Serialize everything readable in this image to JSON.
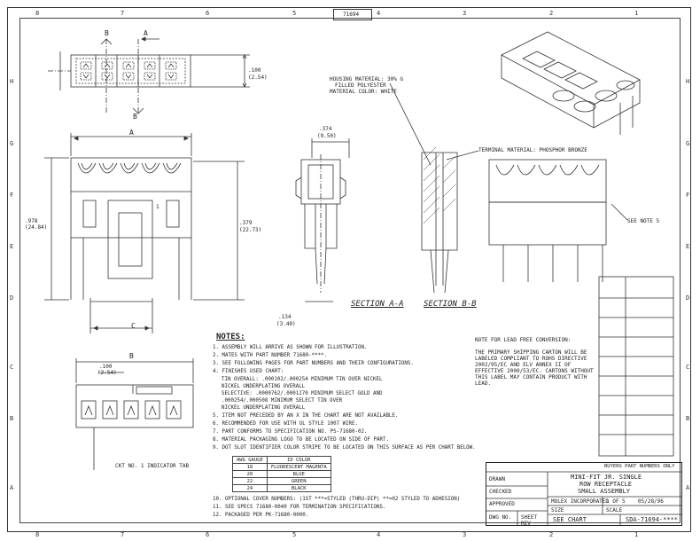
{
  "drawing": {
    "drawing_number_top": "71694",
    "zones_top": [
      "8",
      "7",
      "6",
      "5",
      "4",
      "3",
      "2",
      "1"
    ],
    "zones_bottom": [
      "8",
      "7",
      "6",
      "5",
      "4",
      "3",
      "2",
      "1"
    ],
    "zones_side": [
      "H",
      "G",
      "F",
      "E",
      "D",
      "C",
      "B",
      "A"
    ]
  },
  "dims": {
    "A": "A",
    "B": "B",
    "C": "C",
    "d1": ".100",
    "d1mm": "(2.54)",
    "d2": ".374",
    "d2mm": "(9.50)",
    "d3": ".978",
    "d3mm": "(24.84)",
    "d4": ".379",
    "d4mm": "(22.73)",
    "d5": ".134",
    "d5mm": "(3.40)",
    "d6": ".100",
    "d6mm": "(2.54)",
    "pos1": "1",
    "ref_b": "B"
  },
  "labels": {
    "housing": "HOUSING MATERIAL: 30% G",
    "housing2": "FILLED POLYESTER",
    "housing3": "MATERIAL COLOR: WHITE",
    "terminal": "TERMINAL MATERIAL: PHOSPHOR BRONZE",
    "see_note": "SEE NOTE 5",
    "section_aa": "SECTION A-A",
    "section_bb": "SECTION B-B",
    "circuit": "CKT NO. 1 INDICATOR TAB",
    "arrow_a": "A",
    "arrow_b": "B"
  },
  "notes": {
    "title": "NOTES:",
    "items": [
      "1. ASSEMBLY WILL ARRIVE AS SHOWN FOR ILLUSTRATION.",
      "2. MATES WITH PART NUMBER 71680-****.",
      "3. SEE FOLLOWING PAGES FOR PART NUMBERS AND THEIR CONFIGURATIONS.",
      "4. FINISHES USED CHART:",
      "   TIN OVERALL:  .000102/.000254 MINIMUM TIN OVER NICKEL",
      "                 NICKEL UNDERPLATING OVERALL",
      "   SELECTIVE:    .0000762/.0001270 MINIMUM SELECT GOLD AND",
      "                 .000254/.000508 MINIMUM SELECT TIN OVER",
      "                 NICKEL UNDERPLATING OVERALL",
      "5. ITEM NOT PRECEDED BY AN X IN THE CHART ARE NOT AVAILABLE.",
      "6. RECOMMENDED FOR USE WITH UL STYLE 1007 WIRE.",
      "7. PART CONFORMS TO SPECIFICATION NO. PS-71680-02.",
      "8. MATERIAL PACKAGING LOGO TO BE LOCATED ON SIDE OF PART.",
      "9. DOT SLOT IDENTIFIER COLOR STRIPE TO BE LOCATED ON THIS SURFACE AS PER CHART BELOW.",
      "10. OPTIONAL COVER NUMBERS: (1ST ***=STYLED (THRU-DIP) **=02 STYLED TO ADHESION)",
      "11. SEE SPECS 71680-0040 FOR TERMINATION SPECIFICATIONS.",
      "12. PACKAGED PER PK-71680-0000."
    ]
  },
  "color_table": {
    "header": [
      "AWG GAUGE",
      "ID COLOR"
    ],
    "rows": [
      [
        "18",
        "FLUORESCENT MAGENTA"
      ],
      [
        "20",
        "BLUE"
      ],
      [
        "22",
        "GREEN"
      ],
      [
        "24",
        "BLACK"
      ]
    ]
  },
  "lead_free": {
    "title": "NOTE FOR LEAD FREE CONVERSION:",
    "lines": [
      "THE PRIMARY SHIPPING CARTON WILL BE",
      "LABELED COMPLIANT TO ROHS DIRECTIVE",
      "2002/95/EC AND ELV ANNEX II OF",
      "EFFECTIVE 2000/53/EC. CARTONS WITHOUT",
      "THIS LABEL MAY CONTAIN PRODUCT WITH",
      "LEAD."
    ]
  },
  "title_block": {
    "doc_warning": "BUYERS PART NUMBERS ONLY",
    "title1": "MINI-FIT JR. SINGLE",
    "title2": "ROW RECEPTACLE",
    "title3": "SMALL ASSEMBLY",
    "company": "MOLEX INCORPORATED",
    "sheet": "1 OF 5",
    "date": "05/28/96",
    "chart_label": "SEE CHART",
    "part_no": "SDA-71694-****",
    "drawn": "DRAWN",
    "checked": "CHECKED",
    "approved": "APPROVED",
    "size": "SIZE",
    "scale": "SCALE",
    "dwg_no": "DWG NO.",
    "sheet_label": "SHEET",
    "rev_lbl": "REV"
  }
}
